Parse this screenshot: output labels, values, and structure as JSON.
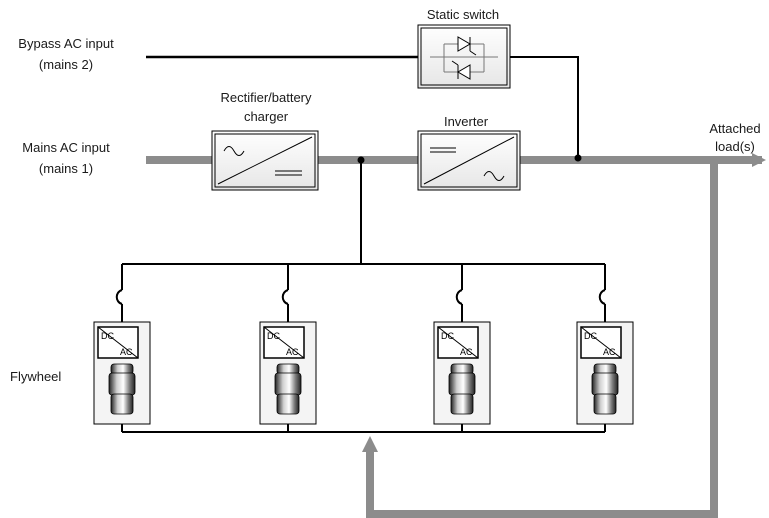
{
  "labels": {
    "bypass_line1": "Bypass AC input",
    "bypass_line2": "(mains 2)",
    "mains_line1": "Mains AC input",
    "mains_line2": "(mains 1)",
    "rectifier_line1": "Rectifier/battery",
    "rectifier_line2": "charger",
    "static_switch": "Static switch",
    "inverter": "Inverter",
    "load_line1": "Attached",
    "load_line2": "load(s)",
    "flywheel": "Flywheel"
  },
  "flywheel_units": [
    {
      "dc": "DC",
      "ac": "AC"
    },
    {
      "dc": "DC",
      "ac": "AC"
    },
    {
      "dc": "DC",
      "ac": "AC"
    },
    {
      "dc": "DC",
      "ac": "AC"
    }
  ],
  "colors": {
    "power_path": "#8c8c8c",
    "wire": "#000000",
    "box_fill": "#f2f2f2"
  }
}
